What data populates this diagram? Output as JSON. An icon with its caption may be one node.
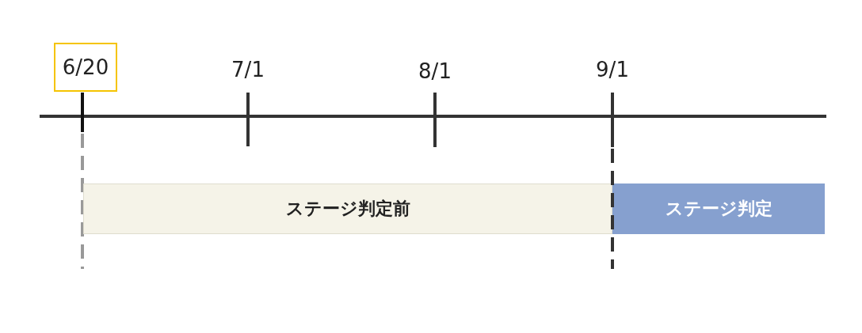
{
  "diagram": {
    "nodes": [
      {
        "text": [
          "6/20"
        ]
      },
      {
        "text": [
          "ステージ判定前"
        ]
      },
      {
        "text": [
          "ステージ判定"
        ]
      }
    ],
    "labels": [
      "7/1",
      "8/1",
      "9/1"
    ]
  }
}
